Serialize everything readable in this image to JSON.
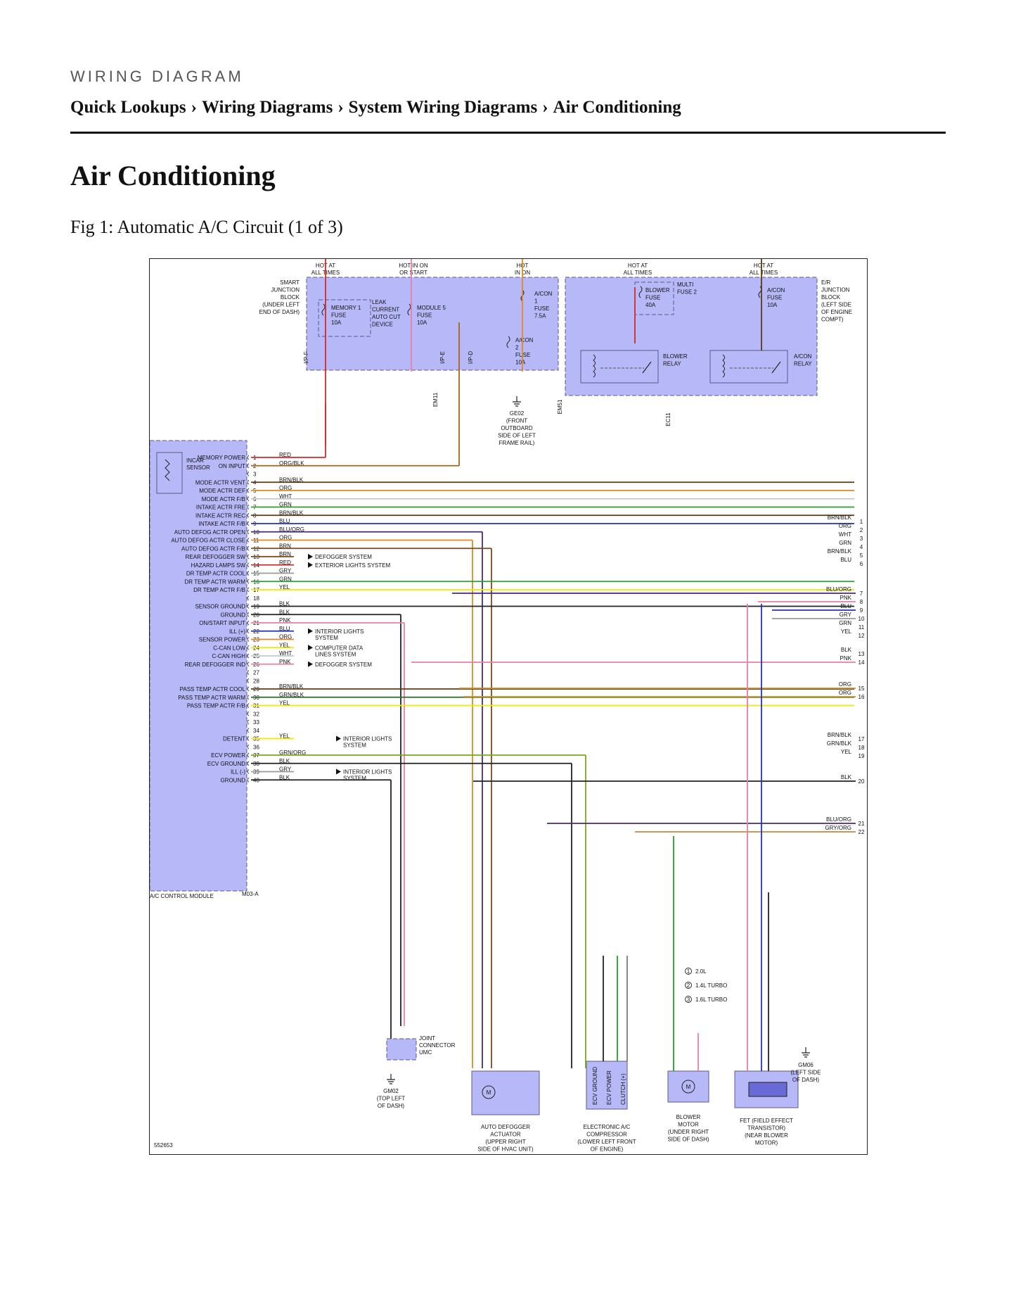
{
  "header": {
    "section_label": "WIRING DIAGRAM",
    "breadcrumb": [
      "Quick Lookups",
      "Wiring Diagrams",
      "System Wiring Diagrams",
      "Air Conditioning"
    ],
    "separator": "›"
  },
  "page": {
    "title": "Air Conditioning",
    "figure_caption": "Fig 1: Automatic A/C Circuit (1 of 3)"
  },
  "diagram": {
    "figure_id": "552653",
    "power_labels": [
      {
        "id": "p1",
        "text": [
          "HOT AT",
          "ALL TIMES"
        ]
      },
      {
        "id": "p2",
        "text": [
          "HOT IN ON",
          "OR START"
        ]
      },
      {
        "id": "p3",
        "text": [
          "HOT",
          "IN ON"
        ]
      },
      {
        "id": "p4",
        "text": [
          "HOT AT",
          "ALL TIMES"
        ]
      },
      {
        "id": "p5",
        "text": [
          "HOT AT",
          "ALL TIMES"
        ]
      }
    ],
    "smart_junction_block": [
      "SMART",
      "JUNCTION",
      "BLOCK",
      "(UNDER LEFT",
      "END OF DASH)"
    ],
    "er_junction_block": [
      "E/R",
      "JUNCTION",
      "BLOCK",
      "(LEFT SIDE",
      "OF ENGINE",
      "COMPT)"
    ],
    "fuses": [
      {
        "id": "f_mem",
        "text": [
          "MEMORY 1",
          "FUSE",
          "10A"
        ]
      },
      {
        "id": "f_leak",
        "text": [
          "LEAK",
          "CURRENT",
          "AUTO CUT",
          "DEVICE"
        ]
      },
      {
        "id": "f_mod",
        "text": [
          "MODULE 5",
          "FUSE",
          "10A"
        ]
      },
      {
        "id": "f_ac1",
        "text": [
          "A/CON",
          "1",
          "FUSE",
          "7.5A"
        ]
      },
      {
        "id": "f_ac2",
        "text": [
          "A/CON",
          "2",
          "FUSE",
          "10A"
        ]
      },
      {
        "id": "f_blw",
        "text": [
          "BLOWER",
          "FUSE",
          "40A"
        ]
      },
      {
        "id": "f_multi",
        "text": [
          "MULTI",
          "FUSE 2"
        ]
      },
      {
        "id": "f_acon",
        "text": [
          "A/CON",
          "FUSE",
          "10A"
        ]
      }
    ],
    "relays": [
      {
        "id": "r_blower",
        "text": [
          "BLOWER",
          "RELAY"
        ]
      },
      {
        "id": "r_acon",
        "text": [
          "A/CON",
          "RELAY"
        ]
      }
    ],
    "connectors": [
      "I/P-F",
      "I/P-E",
      "I/P-D",
      "EM11",
      "EM51",
      "EC11",
      "M03-A"
    ],
    "module": {
      "name": "A/C CONTROL MODULE",
      "incar_sensor": [
        "INCAR",
        "SENSOR"
      ],
      "pins": [
        {
          "n": "1",
          "label": "MEMORY POWER",
          "wire": "RED"
        },
        {
          "n": "2",
          "label": "ON INPUT",
          "wire": "ORG/BLK"
        },
        {
          "n": "3",
          "label": "",
          "wire": ""
        },
        {
          "n": "4",
          "label": "MODE ACTR VENT",
          "wire": "BRN/BLK"
        },
        {
          "n": "5",
          "label": "MODE ACTR DEF",
          "wire": "ORG"
        },
        {
          "n": "6",
          "label": "MODE ACTR F/B",
          "wire": "WHT"
        },
        {
          "n": "7",
          "label": "INTAKE ACTR FRE",
          "wire": "GRN"
        },
        {
          "n": "8",
          "label": "INTAKE ACTR REC",
          "wire": "BRN/BLK"
        },
        {
          "n": "9",
          "label": "INTAKE ACTR F/B",
          "wire": "BLU"
        },
        {
          "n": "10",
          "label": "AUTO DEFOG ACTR OPEN",
          "wire": "BLU/ORG"
        },
        {
          "n": "11",
          "label": "AUTO DEFOG ACTR CLOSE",
          "wire": "ORG"
        },
        {
          "n": "12",
          "label": "AUTO DEFOG ACTR F/B",
          "wire": "BRN"
        },
        {
          "n": "13",
          "label": "REAR DEFOGGER SW",
          "wire": "BRN"
        },
        {
          "n": "14",
          "label": "HAZARD LAMPS SW",
          "wire": "RED"
        },
        {
          "n": "15",
          "label": "DR TEMP ACTR COOL",
          "wire": "GRY"
        },
        {
          "n": "16",
          "label": "DR TEMP ACTR WARM",
          "wire": "GRN"
        },
        {
          "n": "17",
          "label": "DR TEMP ACTR F/B",
          "wire": "YEL"
        },
        {
          "n": "18",
          "label": "",
          "wire": ""
        },
        {
          "n": "19",
          "label": "SENSOR GROUND",
          "wire": "BLK"
        },
        {
          "n": "20",
          "label": "GROUND",
          "wire": "BLK"
        },
        {
          "n": "21",
          "label": "ON/START INPUT",
          "wire": "PNK"
        },
        {
          "n": "22",
          "label": "ILL (+)",
          "wire": "BLU"
        },
        {
          "n": "23",
          "label": "SENSOR POWER",
          "wire": "ORG"
        },
        {
          "n": "24",
          "label": "C-CAN LOW",
          "wire": "YEL"
        },
        {
          "n": "25",
          "label": "C-CAN HIGH",
          "wire": "WHT"
        },
        {
          "n": "26",
          "label": "REAR DEFOGGER IND",
          "wire": "PNK"
        },
        {
          "n": "27",
          "label": "",
          "wire": ""
        },
        {
          "n": "28",
          "label": "",
          "wire": ""
        },
        {
          "n": "29",
          "label": "PASS TEMP ACTR COOL",
          "wire": "BRN/BLK"
        },
        {
          "n": "30",
          "label": "PASS TEMP ACTR WARM",
          "wire": "GRN/BLK"
        },
        {
          "n": "31",
          "label": "PASS TEMP ACTR F/B",
          "wire": "YEL"
        },
        {
          "n": "32",
          "label": "",
          "wire": ""
        },
        {
          "n": "33",
          "label": "",
          "wire": ""
        },
        {
          "n": "34",
          "label": "",
          "wire": ""
        },
        {
          "n": "35",
          "label": "DETENT",
          "wire": "YEL"
        },
        {
          "n": "36",
          "label": "",
          "wire": ""
        },
        {
          "n": "37",
          "label": "ECV POWER",
          "wire": "GRN/ORG"
        },
        {
          "n": "38",
          "label": "ECV GROUND",
          "wire": "BLK"
        },
        {
          "n": "39",
          "label": "ILL (-)",
          "wire": "GRY"
        },
        {
          "n": "40",
          "label": "GROUND",
          "wire": "BLK"
        }
      ]
    },
    "system_refs": [
      {
        "id": "s13",
        "text": [
          "DEFOGGER SYSTEM"
        ]
      },
      {
        "id": "s14",
        "text": [
          "EXTERIOR LIGHTS SYSTEM"
        ]
      },
      {
        "id": "s22",
        "text": [
          "INTERIOR LIGHTS",
          "SYSTEM"
        ]
      },
      {
        "id": "s24",
        "text": [
          "COMPUTER DATA",
          "LINES SYSTEM"
        ]
      },
      {
        "id": "s26",
        "text": [
          "DEFOGGER SYSTEM"
        ]
      },
      {
        "id": "s35",
        "text": [
          "INTERIOR LIGHTS",
          "SYSTEM"
        ]
      },
      {
        "id": "s39",
        "text": [
          "INTERIOR LIGHTS",
          "SYSTEM"
        ]
      }
    ],
    "right_refs": [
      {
        "n": "1",
        "wire": "BRN/BLK"
      },
      {
        "n": "2",
        "wire": "ORG"
      },
      {
        "n": "3",
        "wire": "WHT"
      },
      {
        "n": "4",
        "wire": "GRN"
      },
      {
        "n": "5",
        "wire": "BRN/BLK"
      },
      {
        "n": "6",
        "wire": "BLU"
      },
      {
        "n": "7",
        "wire": "BLU/ORG"
      },
      {
        "n": "8",
        "wire": "PNK"
      },
      {
        "n": "9",
        "wire": "BLU"
      },
      {
        "n": "10",
        "wire": "GRY"
      },
      {
        "n": "11",
        "wire": "GRN"
      },
      {
        "n": "12",
        "wire": "YEL"
      },
      {
        "n": "13",
        "wire": "BLK"
      },
      {
        "n": "14",
        "wire": "PNK"
      },
      {
        "n": "15",
        "wire": "ORG"
      },
      {
        "n": "16",
        "wire": "ORG"
      },
      {
        "n": "17",
        "wire": "BRN/BLK"
      },
      {
        "n": "18",
        "wire": "GRN/BLK"
      },
      {
        "n": "19",
        "wire": "YEL"
      },
      {
        "n": "20",
        "wire": "BLK"
      },
      {
        "n": "21",
        "wire": "BLU/ORG"
      },
      {
        "n": "22",
        "wire": "GRY/ORG"
      }
    ],
    "grounds": [
      {
        "id": "ge02",
        "text": [
          "GE02",
          "(FRONT",
          "OUTBOARD",
          "SIDE OF LEFT",
          "FRAME RAIL)"
        ]
      },
      {
        "id": "gm02",
        "text": [
          "GM02",
          "(TOP LEFT",
          "OF DASH)"
        ]
      },
      {
        "id": "gm06",
        "text": [
          "GM06",
          "(LEFT SIDE",
          "OF DASH)"
        ]
      }
    ],
    "joint_connector": [
      "JOINT",
      "CONNECTOR",
      "UMC"
    ],
    "legend": [
      "2.0L",
      "1.4L TURBO",
      "1.6L TURBO"
    ],
    "components": [
      {
        "id": "c_defog",
        "text": [
          "AUTO DEFOGGER",
          "ACTUATOR",
          "(UPPER RIGHT",
          "SIDE OF HVAC UNIT)"
        ]
      },
      {
        "id": "c_comp",
        "text": [
          "ELECTRONIC A/C",
          "COMPRESSOR",
          "(LOWER LEFT FRONT",
          "OF ENGINE)"
        ],
        "pins": [
          "ECV GROUND",
          "ECV POWER",
          "CLUTCH (+)"
        ]
      },
      {
        "id": "c_blower",
        "text": [
          "BLOWER",
          "MOTOR",
          "(UNDER RIGHT",
          "SIDE OF DASH)"
        ]
      },
      {
        "id": "c_fet",
        "text": [
          "FET (FIELD EFFECT",
          "TRANSISTOR)",
          "(NEAR BLOWER",
          "MOTOR)"
        ]
      }
    ],
    "wire_colors": {
      "RED": "#d42a2a",
      "ORG": "#e08a1e",
      "BRN": "#7a4a1e",
      "BLU": "#2233bb",
      "GRN": "#27a127",
      "YEL": "#f0e800",
      "WHT": "#c8c8c8",
      "PNK": "#e77fa8",
      "GRY": "#9a9a9a",
      "BLK": "#222222",
      "PUR": "#6a2a8a",
      "BRN/BLK": "#5a3a14",
      "ORG/BLK": "#a8641a",
      "BLU/ORG": "#4a2a7a",
      "GRN/BLK": "#2a6a2a",
      "GRN/ORG": "#7aa81a",
      "GRY/ORG": "#c48a40",
      "GRY/BLK": "#7a7a7a",
      "BLK/ORG": "#6a3a14"
    },
    "box_fill": "#b7b8f7"
  }
}
